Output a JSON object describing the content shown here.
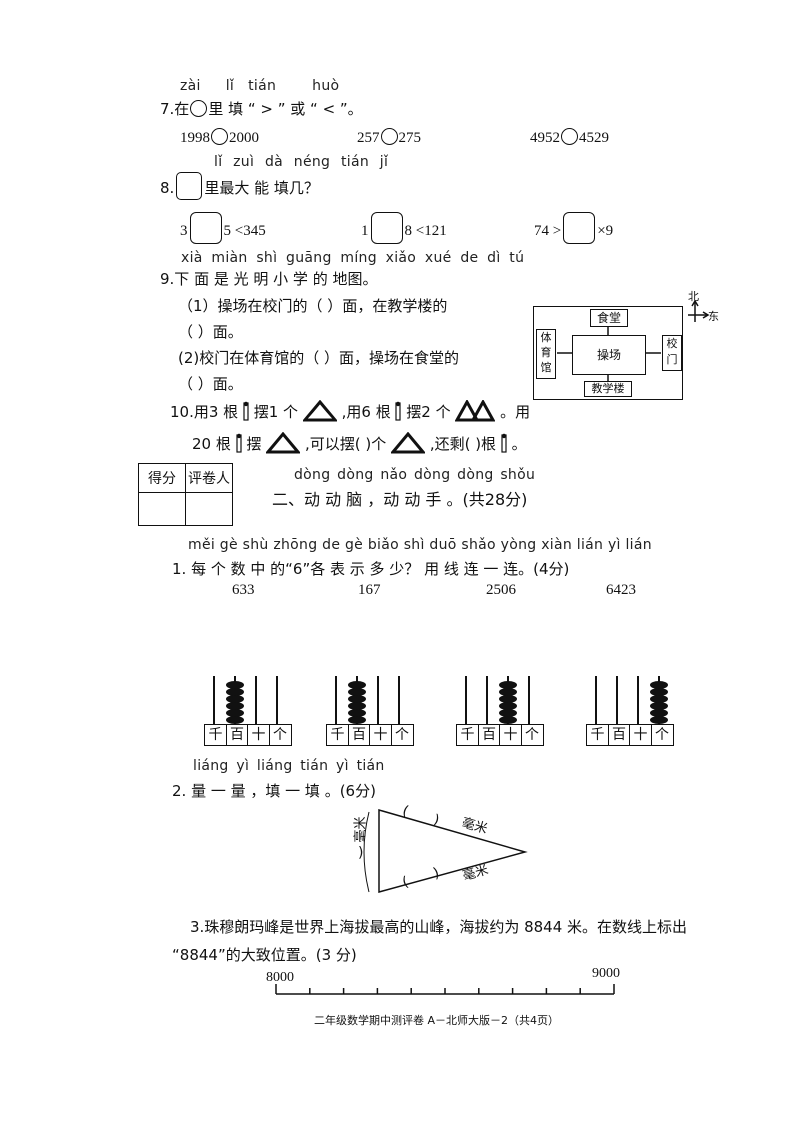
{
  "q7": {
    "pinyin": [
      "zài",
      "lǐ",
      "tián",
      "huò"
    ],
    "prefix": "7.在",
    "text": "里 填 “ > ” 或 “ < ”。",
    "items": [
      {
        "left": "1998",
        "right": "2000"
      },
      {
        "left": "257",
        "right": "275"
      },
      {
        "left": "4952",
        "right": "4529"
      }
    ]
  },
  "q8": {
    "pinyin": [
      "lǐ",
      "zuì",
      "dà",
      "néng",
      "tián",
      "jǐ"
    ],
    "prefix": "8.",
    "text": "里最大 能  填几？",
    "items": [
      {
        "before": "3",
        "after": "5 <345"
      },
      {
        "before": "1",
        "after": "8 <121"
      },
      {
        "before": "74 >",
        "after": "×9"
      }
    ]
  },
  "q9": {
    "pinyin": "xià miàn shì guāng míng xiǎo xué de dì tú",
    "title": "9.下  面  是  光   明  小  学 的 地图。",
    "sub1a": "（1）操场在校门的（      ）面，在教学楼的",
    "sub1b": "（      ）面。",
    "sub2a": "(2)校门在体育馆的（      ）面，操场在食堂的",
    "sub2b": "（      ）面。",
    "map": {
      "top": "食堂",
      "left": "体育馆",
      "center": "操场",
      "right": "校门",
      "bottom": "教学楼",
      "north": "北",
      "east": "东"
    }
  },
  "q10": {
    "line1_a": "10.用3 根",
    "line1_b": "摆1 个",
    "line1_c": ",用6 根",
    "line1_d": "摆2 个",
    "line1_e": "。用",
    "line2_a": "20 根",
    "line2_b": "摆",
    "line2_c": ",可以摆(          )个",
    "line2_d": ",还剩(          )根",
    "line2_e": "。"
  },
  "score_table": {
    "col1": "得分",
    "col2": "评卷人"
  },
  "section2": {
    "pinyin": "dòng dòng nǎo dòng dòng shǒu",
    "title": "二、动   动  脑 ，动   动  手 。(共28分)"
  },
  "s2q1": {
    "pinyin": "měi gè shù zhōng de    gè biǎo shì duō shǎo  yòng xiàn lián yì lián",
    "title": "1. 每  个  数   中    的“6”各  表  示  多  少？ 用  线 连 一 连。(4分)",
    "numbers": [
      "633",
      "167",
      "2506",
      "6423"
    ],
    "abacus_labels": [
      "千",
      "百",
      "十",
      "个"
    ],
    "abacus_beads": [
      [
        0,
        6,
        0,
        0
      ],
      [
        0,
        6,
        0,
        0
      ],
      [
        0,
        0,
        6,
        0
      ],
      [
        0,
        0,
        0,
        6
      ]
    ]
  },
  "s2q2": {
    "pinyin": "liáng yì liáng tián yì tián",
    "title": "2.  量   一  量 ，填  一  填 。(6分)",
    "unit_top": "毫米",
    "unit_bottom": "毫米",
    "unit_left": "毫米"
  },
  "s2q3": {
    "line1": "3.珠穆朗玛峰是世界上海拔最高的山峰，海拔约为 8844 米。在数线上标出",
    "line2": "“8844”的大致位置。(3 分)",
    "start": "8000",
    "end": "9000"
  },
  "footer": "二年级数学期中测评卷 A－北师大版－2（共4页）"
}
